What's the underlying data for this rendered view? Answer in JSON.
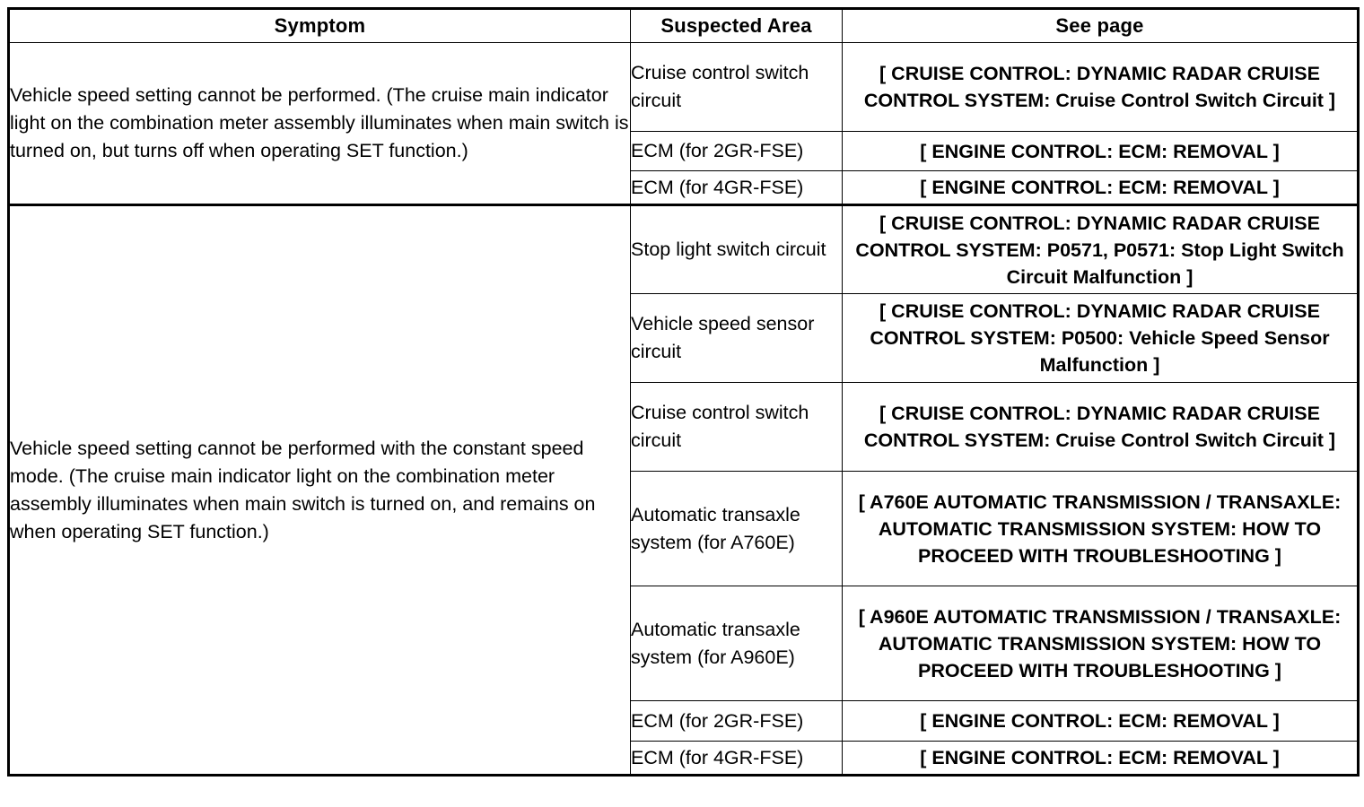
{
  "table": {
    "headers": {
      "symptom": "Symptom",
      "suspected_area": "Suspected Area",
      "see_page": "See page"
    },
    "blocks": [
      {
        "symptom": "Vehicle speed setting cannot be performed. (The cruise main indicator light on the combination meter assembly illuminates when main switch is turned on, but turns off when operating SET function.)",
        "rows": [
          {
            "suspected_area": "Cruise control switch circuit",
            "see_page": "[ CRUISE CONTROL: DYNAMIC RADAR CRUISE CONTROL SYSTEM: Cruise Control Switch Circuit ]"
          },
          {
            "suspected_area": "ECM (for 2GR-FSE)",
            "see_page": "[ ENGINE CONTROL: ECM: REMOVAL ]"
          },
          {
            "suspected_area": "ECM (for 4GR-FSE)",
            "see_page": "[ ENGINE CONTROL: ECM: REMOVAL ]"
          }
        ]
      },
      {
        "symptom": "Vehicle speed setting cannot be performed with the constant speed mode. (The cruise main indicator light on the combination meter assembly illuminates when main switch is turned on, and remains on when operating SET function.)",
        "rows": [
          {
            "suspected_area": "Stop light switch circuit",
            "see_page": "[ CRUISE CONTROL: DYNAMIC RADAR CRUISE CONTROL SYSTEM: P0571, P0571: Stop Light Switch Circuit Malfunction ]"
          },
          {
            "suspected_area": "Vehicle speed sensor circuit",
            "see_page": "[ CRUISE CONTROL: DYNAMIC RADAR CRUISE CONTROL SYSTEM: P0500: Vehicle Speed Sensor Malfunction ]"
          },
          {
            "suspected_area": "Cruise control switch circuit",
            "see_page": "[ CRUISE CONTROL: DYNAMIC RADAR CRUISE CONTROL SYSTEM: Cruise Control Switch Circuit ]"
          },
          {
            "suspected_area": "Automatic transaxle system (for A760E)",
            "see_page": "[ A760E AUTOMATIC TRANSMISSION / TRANSAXLE: AUTOMATIC TRANSMISSION SYSTEM: HOW TO PROCEED WITH TROUBLESHOOTING ]"
          },
          {
            "suspected_area": "Automatic transaxle system (for A960E)",
            "see_page": "[ A960E AUTOMATIC TRANSMISSION / TRANSAXLE: AUTOMATIC TRANSMISSION SYSTEM: HOW TO PROCEED WITH TROUBLESHOOTING ]"
          },
          {
            "suspected_area": "ECM (for 2GR-FSE)",
            "see_page": "[ ENGINE CONTROL: ECM: REMOVAL ]"
          },
          {
            "suspected_area": "ECM (for 4GR-FSE)",
            "see_page": "[ ENGINE CONTROL: ECM: REMOVAL ]"
          }
        ]
      }
    ]
  }
}
